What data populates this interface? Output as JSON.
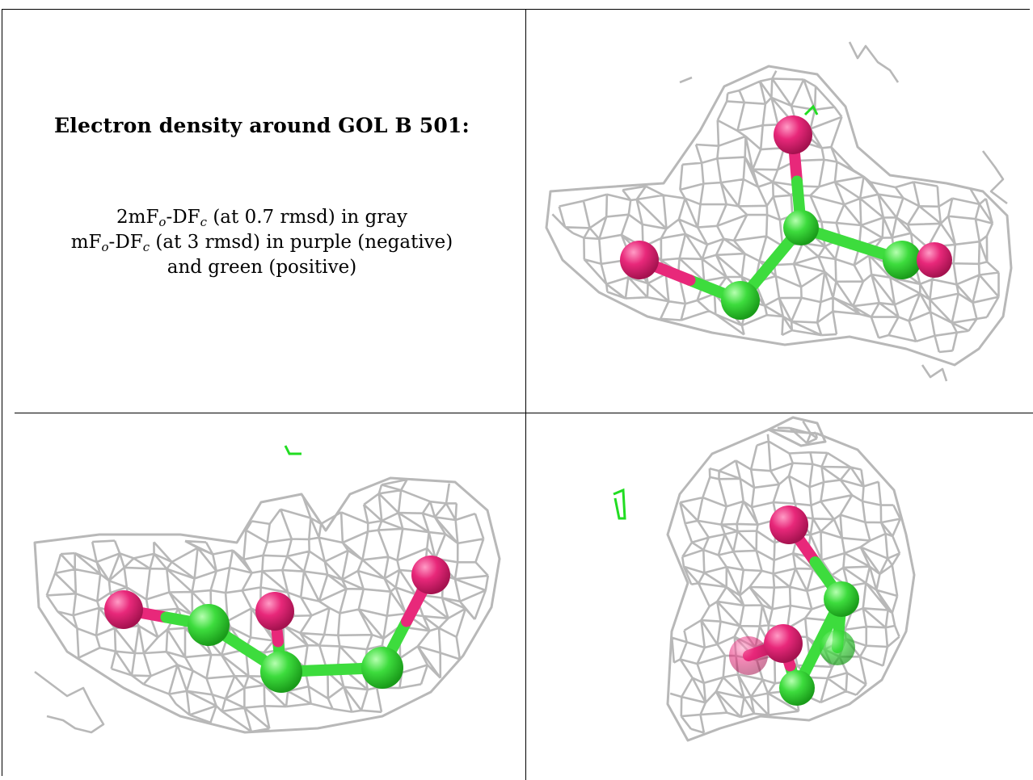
{
  "caption": {
    "title": "Electron density around GOL B 501:",
    "line1": {
      "prefix": "2mF",
      "sub1": "o",
      "mid": "-DF",
      "sub2": "c",
      "suffix": " (at 0.7 rmsd) in gray"
    },
    "line2": {
      "prefix": "mF",
      "sub1": "o",
      "mid": "-DF",
      "sub2": "c",
      "suffix": " (at 3 rmsd) in purple (negative)"
    },
    "line3": "and green (positive)"
  },
  "colors": {
    "density_mesh": "#b8b8b8",
    "oxygen": "#e8287a",
    "carbon": "#3ddc3d",
    "positive_density": "#22dd22"
  },
  "views": [
    "view-1",
    "view-2",
    "view-3"
  ]
}
